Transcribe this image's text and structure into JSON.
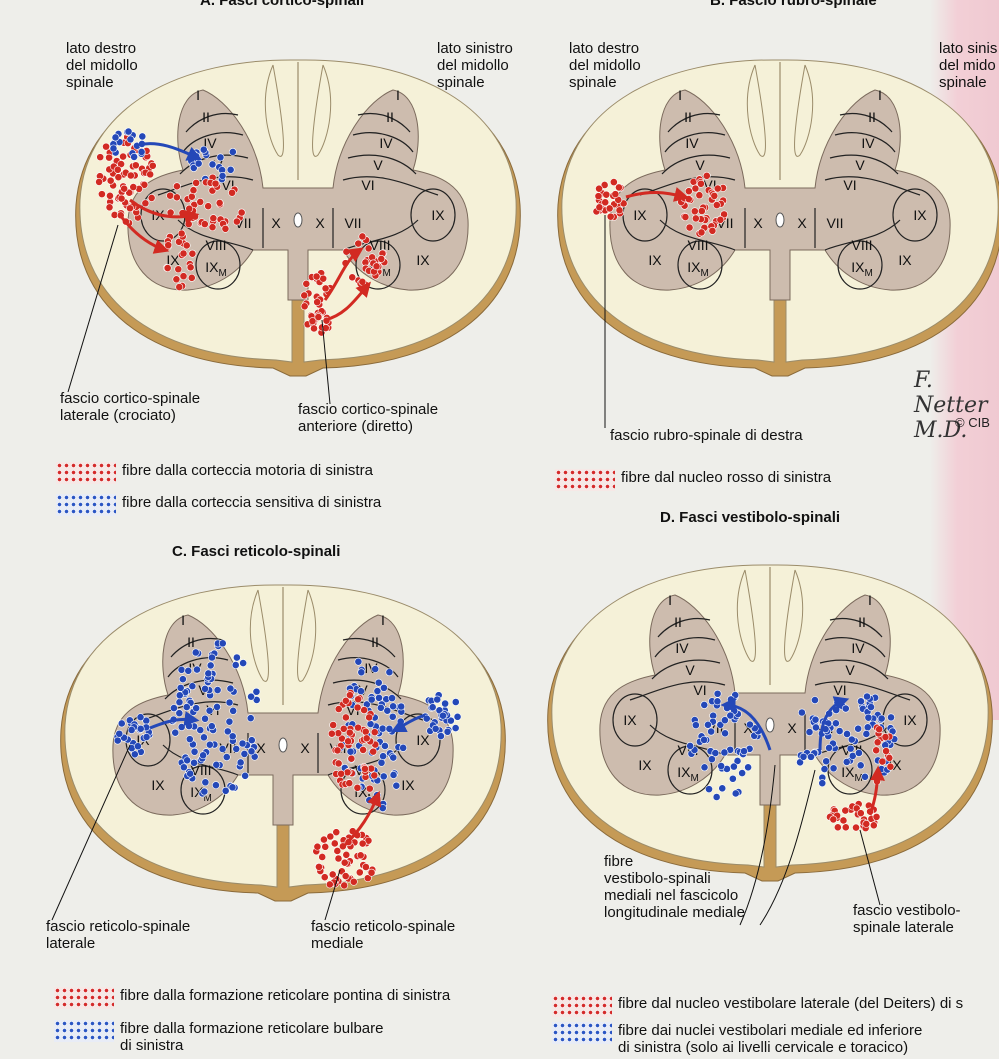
{
  "panels": {
    "a": {
      "title": "A. Fasci cortico-spinali",
      "label_right_cord": "lato destro\ndel midollo\nspinale",
      "label_left_cord": "lato sinistro\ndel midollo\nspinale",
      "label_lateral": "fascio cortico-spinale\nlaterale (crociato)",
      "label_anterior": "fascio cortico-spinale\nanteriore (diretto)",
      "legend": [
        {
          "color": "red",
          "text": "fibre dalla corteccia motoria di sinistra"
        },
        {
          "color": "blue",
          "text": "fibre dalla corteccia sensitiva di sinistra"
        }
      ]
    },
    "b": {
      "title": "B. Fascio rubro-spinale",
      "label_right_cord": "lato destro\ndel midollo\nspinale",
      "label_left_cord": "lato sinis\ndel mido\nspinale",
      "label_tract": "fascio rubro-spinale di destra",
      "legend": [
        {
          "color": "red",
          "text": "fibre dal nucleo rosso di sinistra"
        }
      ]
    },
    "c": {
      "title": "C. Fasci reticolo-spinali",
      "label_lateral": "fascio reticolo-spinale\nlaterale",
      "label_medial": "fascio reticolo-spinale\nmediale",
      "legend": [
        {
          "color": "red",
          "text": "fibre dalla formazione reticolare pontina di sinistra"
        },
        {
          "color": "blue",
          "text": "fibre dalla formazione reticolare bulbare\ndi sinistra"
        }
      ]
    },
    "d": {
      "title": "D. Fasci vestibolo-spinali",
      "label_medial": "fibre\nvestibolo-spinali\nmediali nel fascicolo\nlongitudinale mediale",
      "label_lateral": "fascio vestibolo-\nspinale laterale",
      "legend": [
        {
          "color": "red",
          "text": "fibre dal nucleo vestibolare laterale (del Deiters) di s"
        },
        {
          "color": "blue",
          "text": "fibre dai nuclei vestibolari mediale ed inferiore\ndi sinistra (solo ai livelli cervicale e toracico)"
        }
      ]
    }
  },
  "laminae": [
    "I",
    "II",
    "IV",
    "V",
    "VI",
    "VII",
    "VIII",
    "IX",
    "IX",
    "IX",
    "IXM",
    "X"
  ],
  "signature": "F. Netter M.D.",
  "copyright": "© CIB",
  "colors": {
    "white_matter": "#f5f1d8",
    "gray_matter": "#cdbcae",
    "rim": "#c59a56",
    "red": "#d22a22",
    "blue": "#2448b8"
  }
}
